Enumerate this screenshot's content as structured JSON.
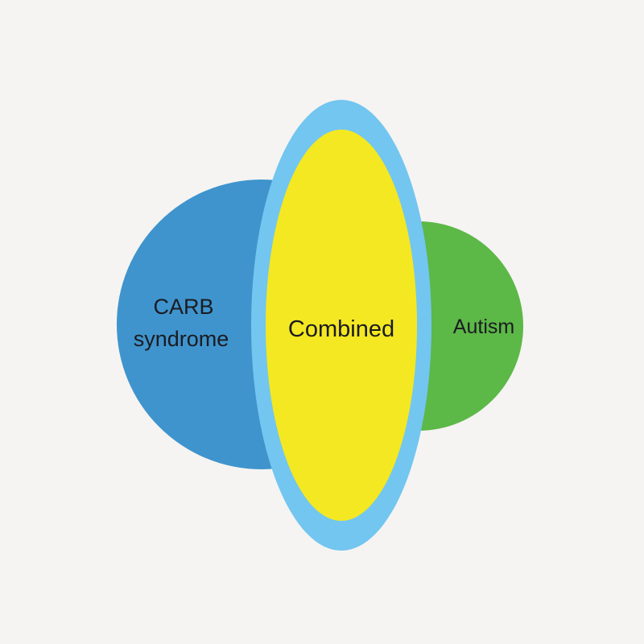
{
  "diagram": {
    "title_hint": "Venn-style diagram of CARB syndrome, Autism and their combination",
    "background_color": "#f5f4f2",
    "left_circle": {
      "label_line1": "CARB",
      "label_line2": "syndrome",
      "color": "#3f94cd"
    },
    "right_circle": {
      "label": "Autism",
      "color": "#5cb847"
    },
    "center_ellipse": {
      "label": "Combined",
      "ring_color": "#72c6f0",
      "fill_color": "#f4e822"
    },
    "text_color": "#1b1b20"
  }
}
